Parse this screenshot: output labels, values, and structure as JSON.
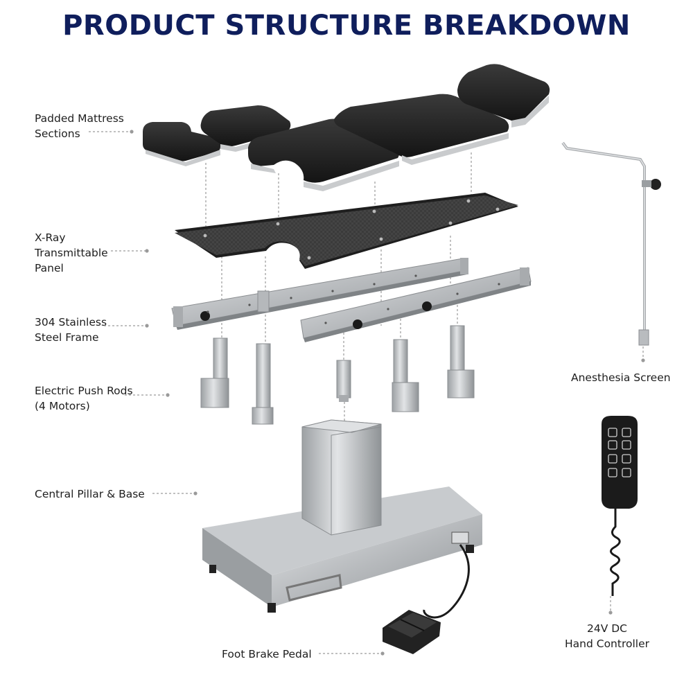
{
  "title": "PRODUCT STRUCTURE BREAKDOWN",
  "labels": {
    "mattress": [
      "Padded Mattress",
      "Sections"
    ],
    "panel": [
      "X-Ray",
      "Transmittable",
      "Panel"
    ],
    "frame": [
      "304 Stainless",
      "Steel Frame"
    ],
    "push_rods": [
      "Electric Push Rods",
      "(4 Motors)"
    ],
    "pillar": "Central Pillar & Base",
    "pedal": "Foot Brake Pedal",
    "anesthesia": "Anesthesia Screen",
    "controller": [
      "24V DC",
      "Hand Controller"
    ]
  },
  "colors": {
    "title": "#0f1e5c",
    "mattress": "#1f1f1f",
    "steel": "#b9bcbf",
    "panel": "#3a3a3a",
    "leader": "#9a9a9a"
  },
  "icons": [
    "hand-controller-buttons-icon"
  ]
}
